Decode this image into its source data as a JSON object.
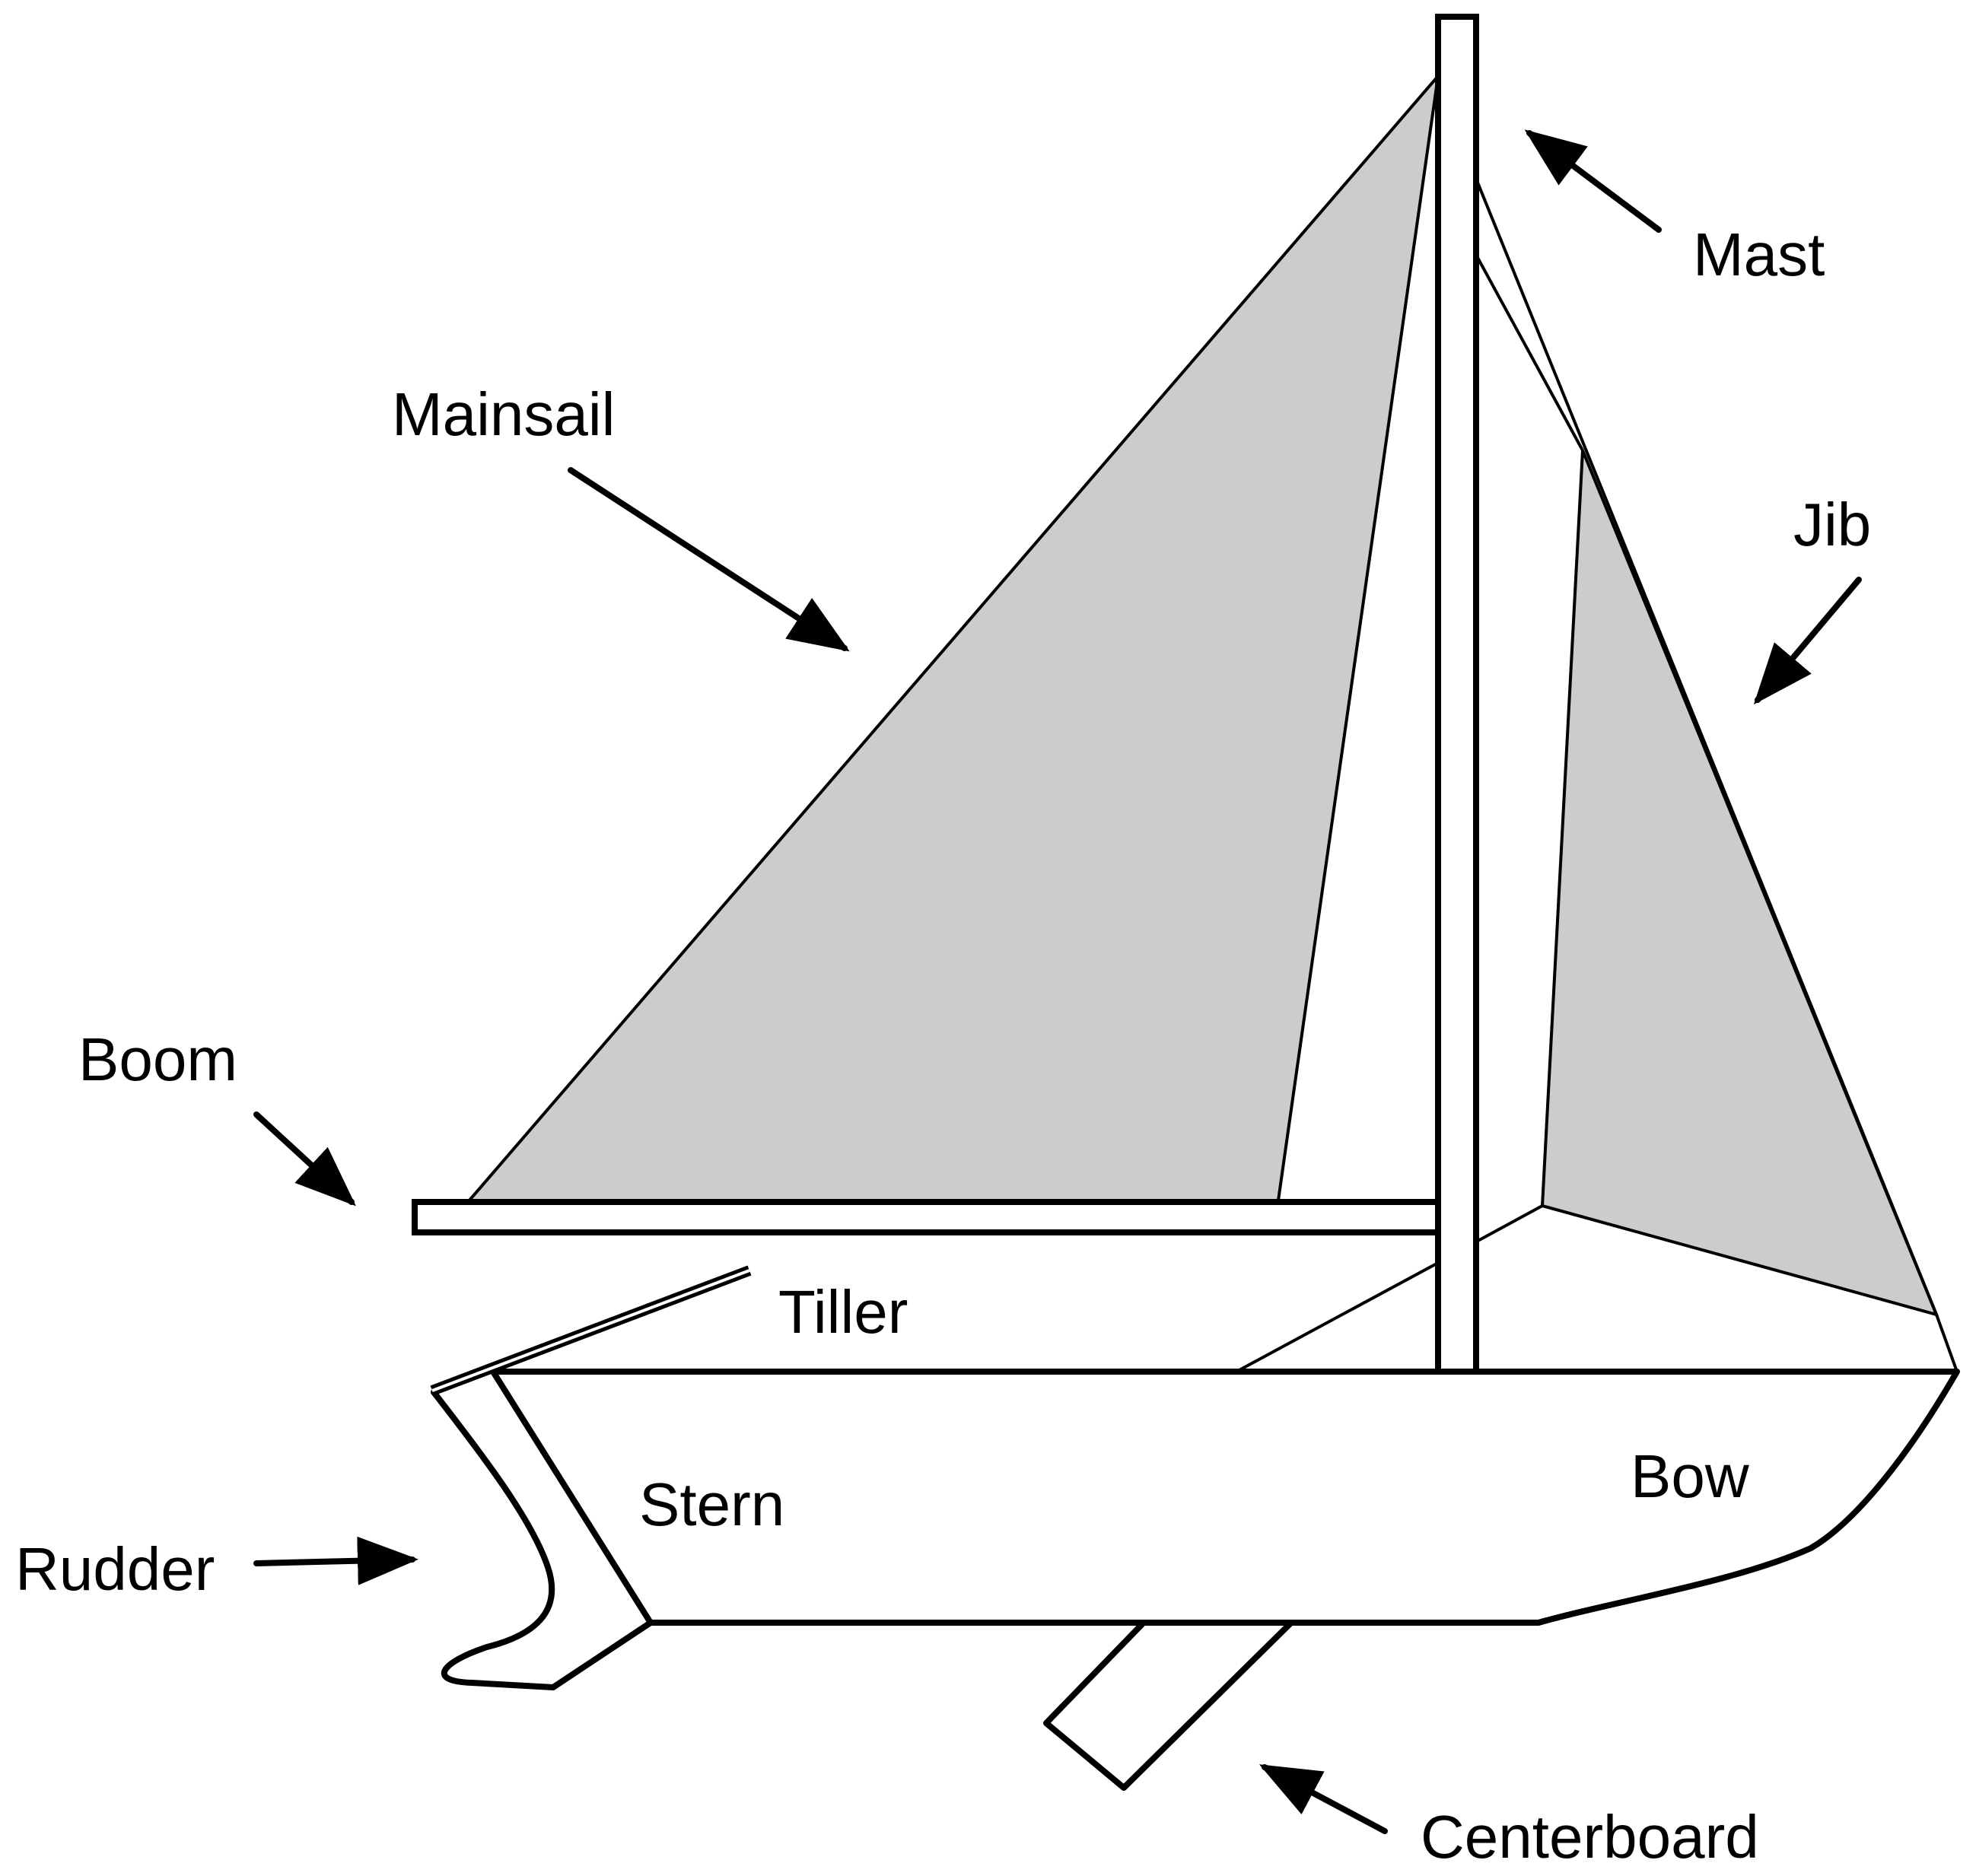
{
  "diagram": {
    "labels": {
      "mast": "Mast",
      "mainsail": "Mainsail",
      "jib": "Jib",
      "boom": "Boom",
      "tiller": "Tiller",
      "stern": "Stern",
      "bow": "Bow",
      "rudder": "Rudder",
      "centerboard": "Centerboard"
    },
    "colors": {
      "sail_fill": "#cccccc",
      "outline": "#000000",
      "background": "#ffffff"
    }
  }
}
